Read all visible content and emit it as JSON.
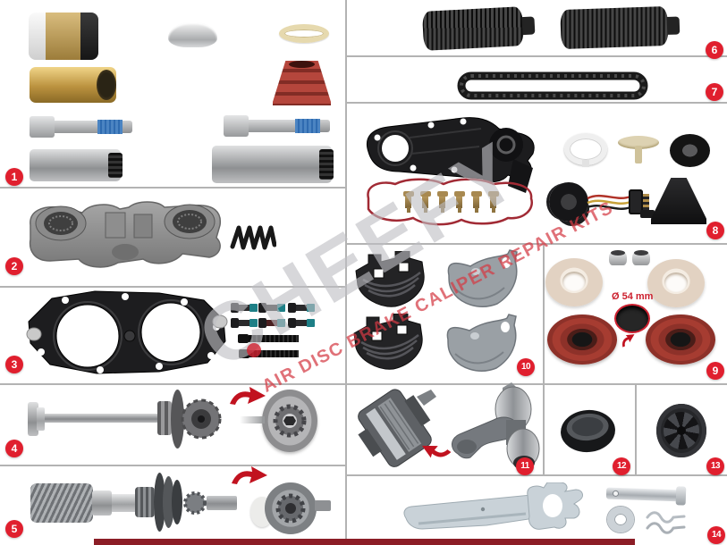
{
  "watermark": {
    "logo_text": "CHEEFY",
    "tagline": "AIR DISC BRAKE CALIPER REPAIR KITS"
  },
  "labels": {
    "diameter": "Ø 54 mm"
  },
  "badges": {
    "s1": "1",
    "s2": "2",
    "s3": "3",
    "s4": "4",
    "s5": "5",
    "s6": "6",
    "s7": "7",
    "s8": "8",
    "s9": "9",
    "s10": "10",
    "s11": "11",
    "s12": "12",
    "s13": "13",
    "s14": "14"
  },
  "colors": {
    "badge": "#e01f2e",
    "badge_text": "#ffffff",
    "arrow_red": "#c1121f",
    "dimension_red": "#cc1f2d",
    "watermark_logo_gray": "#bebec4",
    "watermark_tagline_red": "#d43a44",
    "footer_bar": "#8c1d26",
    "divider": "#b3b3b3",
    "background": "#ffffff"
  }
}
